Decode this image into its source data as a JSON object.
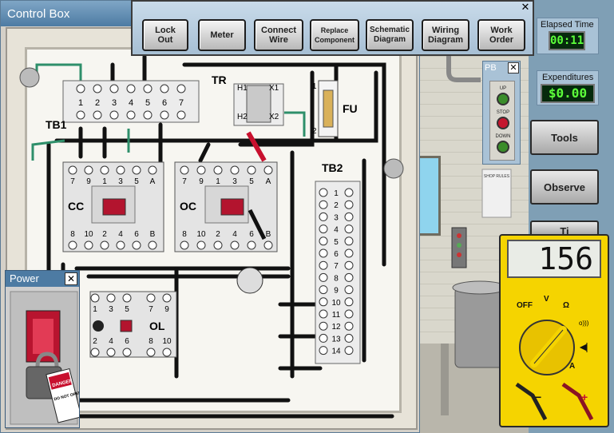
{
  "window": {
    "title": "Control Box"
  },
  "toolbar": {
    "buttons": [
      {
        "label": "Lock\nOut"
      },
      {
        "label": "Meter"
      },
      {
        "label": "Connect\nWire"
      },
      {
        "label": "Replace\nComponent"
      },
      {
        "label": "Schematic\nDiagram"
      },
      {
        "label": "Wiring\nDiagram"
      },
      {
        "label": "Work\nOrder"
      }
    ],
    "close_glyph": "✕"
  },
  "elapsed": {
    "label": "Elapsed Time",
    "value": "00:11"
  },
  "expenditures": {
    "label": "Expenditures",
    "value": "$0.00"
  },
  "side_buttons": {
    "tools": "Tools",
    "observe": "Observe",
    "third": "Ti"
  },
  "pb": {
    "title": "PB",
    "close": "✕",
    "up": "UP",
    "stop": "STOP",
    "down": "DOWN"
  },
  "power": {
    "title": "Power",
    "close": "✕",
    "tag_top": "DANGER",
    "tag_bottom": "DO NOT OPERATE"
  },
  "meter": {
    "reading": "156",
    "off": "OFF",
    "v": "V",
    "ohm": "Ω",
    "a": "A"
  },
  "panel": {
    "tb1_label": "TB1",
    "tb1_terminals": [
      "1",
      "2",
      "3",
      "4",
      "5",
      "6",
      "7"
    ],
    "tr_label": "TR",
    "tr_terms": {
      "h1": "H1",
      "h2": "H2",
      "x1": "X1",
      "x2": "X2"
    },
    "fu_label": "FU",
    "fu_terms": {
      "t1": "1",
      "t2": "2"
    },
    "cc_label": "CC",
    "oc_label": "OC",
    "ol_label": "OL",
    "tb2_label": "TB2",
    "tb2_terminals": [
      "1",
      "2",
      "3",
      "4",
      "5",
      "6",
      "7",
      "8",
      "9",
      "10",
      "11",
      "12",
      "13",
      "14"
    ],
    "contactor_top": [
      "7",
      "9",
      "1",
      "3",
      "5",
      "A"
    ],
    "contactor_bottom": [
      "8",
      "10",
      "2",
      "4",
      "6",
      "B"
    ],
    "ol_top": [
      "1",
      "3",
      "5",
      "7",
      "9"
    ],
    "ol_bottom": [
      "2",
      "4",
      "6",
      "8",
      "10"
    ]
  },
  "shop_sign": "SHOP RULES",
  "colors": {
    "accent": "#4d7ba3",
    "meter_yellow": "#f5d400",
    "lcd_green": "#5cff3a"
  }
}
